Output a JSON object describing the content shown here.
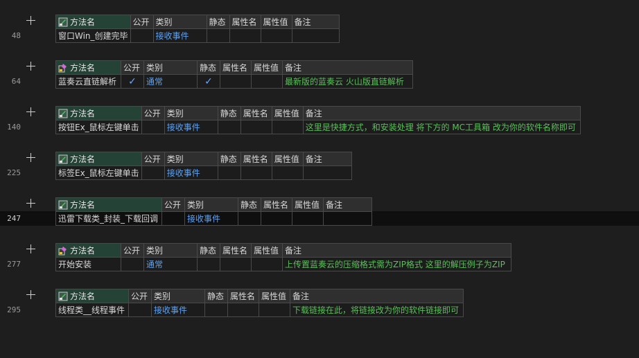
{
  "header": {
    "method_name": "方法名",
    "public": "公开",
    "category": "类别",
    "static": "静态",
    "attr_name": "属性名",
    "attr_value": "属性值",
    "note": "备注"
  },
  "check_mark": "✓",
  "blocks": [
    {
      "line": "48",
      "name": "窗口Win_创建完毕",
      "category": "接收事件",
      "note": "",
      "public_checked": false,
      "static_checked": false,
      "icon": "event-method-icon"
    },
    {
      "line": "64",
      "name": "蓝奏云直链解析",
      "category": "通常",
      "note": "最新版的蓝奏云 火山版直链解析",
      "public_checked": true,
      "static_checked": true,
      "icon": "public-method-icon"
    },
    {
      "line": "140",
      "name": "按钮Ex_鼠标左键单击",
      "category": "接收事件",
      "note": "这里是快捷方式，和安装处理 将下方的 MC工具箱 改为你的软件名称即可",
      "public_checked": false,
      "static_checked": false,
      "icon": "event-method-icon"
    },
    {
      "line": "225",
      "name": "标签Ex_鼠标左键单击",
      "category": "接收事件",
      "note": "",
      "public_checked": false,
      "static_checked": false,
      "icon": "event-method-icon"
    },
    {
      "line": "247",
      "name": "迅雷下载类_封装_下载回调",
      "category": "接收事件",
      "note": "",
      "public_checked": false,
      "static_checked": false,
      "icon": "event-method-icon"
    },
    {
      "line": "277",
      "name": "开始安装",
      "category": "通常",
      "note": "上传置蓝奏云的压缩格式需为ZIP格式 这里的解压例子为ZIP",
      "public_checked": false,
      "static_checked": false,
      "icon": "public-method-icon"
    },
    {
      "line": "295",
      "name": "线程类__线程事件",
      "category": "接收事件",
      "note": "下载链接在此，将链接改为你的软件链接即可",
      "public_checked": false,
      "static_checked": false,
      "icon": "event-method-icon"
    }
  ],
  "colors": {
    "background": "#1e1e1e",
    "name_header": "#244236",
    "category_event": "#5ea2f0",
    "note": "#5cbf5c",
    "check": "#6aa7ff"
  }
}
